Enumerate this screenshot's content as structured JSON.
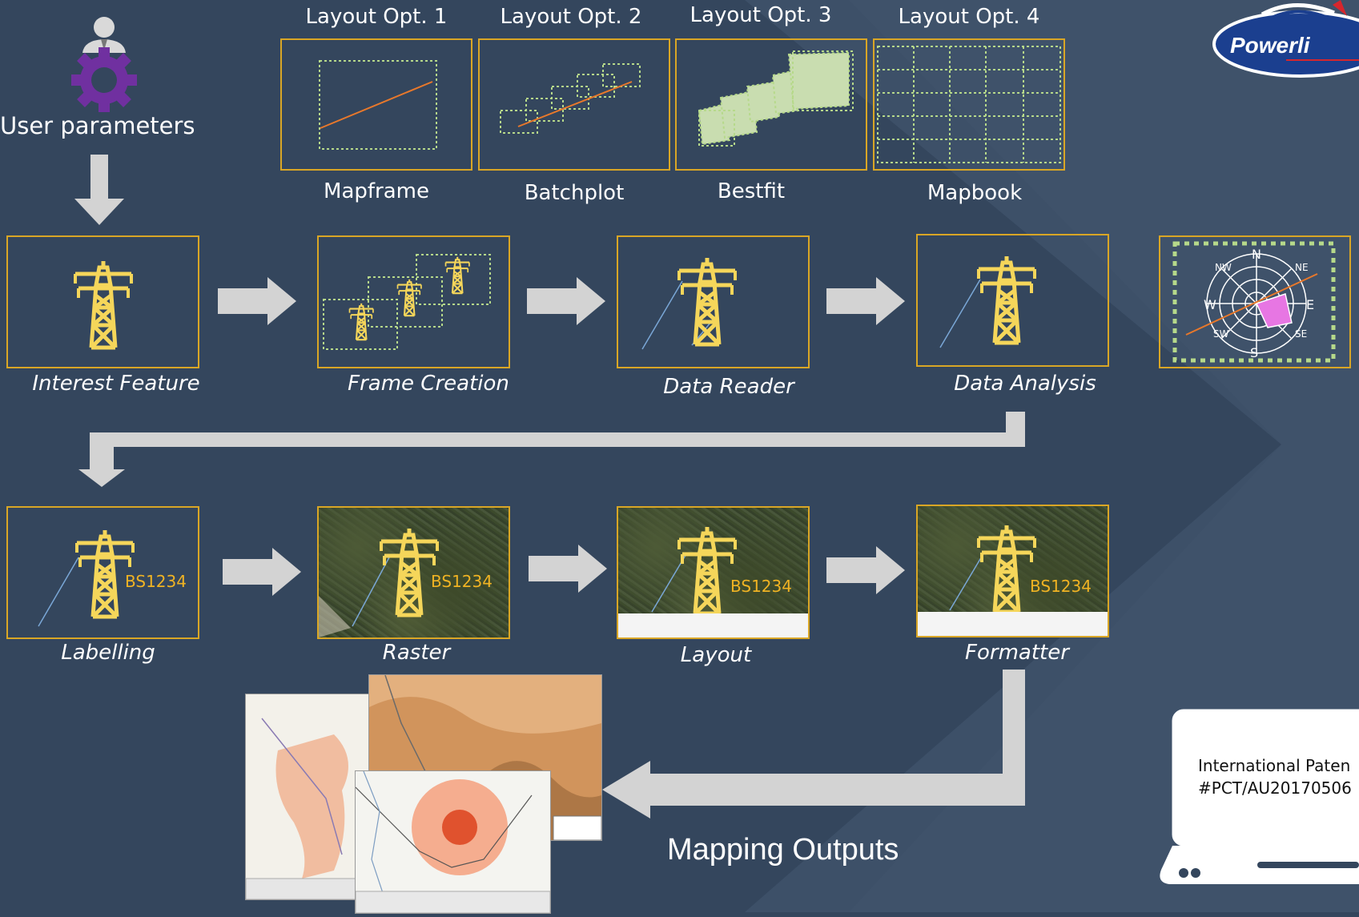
{
  "user": {
    "label": "User parameters"
  },
  "layout_options": [
    {
      "title": "Layout Opt. 1",
      "name": "Mapframe"
    },
    {
      "title": "Layout Opt. 2",
      "name": "Batchplot"
    },
    {
      "title": "Layout Opt. 3",
      "name": "Bestfit"
    },
    {
      "title": "Layout Opt. 4",
      "name": "Mapbook"
    }
  ],
  "stages_row1": [
    "Interest Feature",
    "Frame Creation",
    "Data Reader",
    "Data Analysis"
  ],
  "stages_row2": [
    "Labelling",
    "Raster",
    "Layout",
    "Formatter"
  ],
  "tower_label": "BS1234",
  "compass": {
    "n": "N",
    "ne": "NE",
    "e": "E",
    "se": "SE",
    "s": "S",
    "sw": "SW",
    "w": "W",
    "nw": "NW"
  },
  "logo": {
    "text": "Powerli"
  },
  "patent": {
    "line1": "International Paten",
    "line2": "#PCT/AU20170506"
  },
  "outputs": {
    "label": "Mapping Outputs"
  },
  "colors": {
    "background": "#34465d",
    "frame": "#d9a625",
    "tower": "#f5d65a",
    "orange_line": "#e8782b",
    "dotted_green": "#b6d98a",
    "arrow": "#d3d3d3"
  }
}
